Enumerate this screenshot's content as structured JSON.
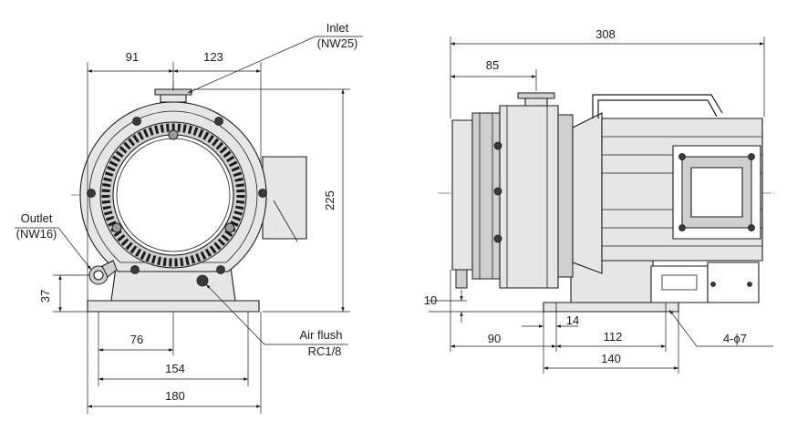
{
  "front_view": {
    "dim_top_left": "91",
    "dim_top_right": "123",
    "dim_height": "225",
    "dim_base_height": "37",
    "dim_bolt_offset": "76",
    "dim_bolt_spacing": "154",
    "dim_total_width": "180",
    "inlet_label": "Inlet",
    "inlet_spec": "(NW25)",
    "outlet_label": "Outlet",
    "outlet_spec": "(NW16)",
    "airflush_label": "Air flush",
    "airflush_spec": "RC1/8"
  },
  "side_view": {
    "dim_total_length": "308",
    "dim_inlet_offset": "85",
    "dim_bottom_offset": "10",
    "dim_base_14": "14",
    "dim_front_90": "90",
    "dim_bolt_112": "112",
    "dim_base_140": "140",
    "mount_holes_label": "4-ϕ7"
  }
}
